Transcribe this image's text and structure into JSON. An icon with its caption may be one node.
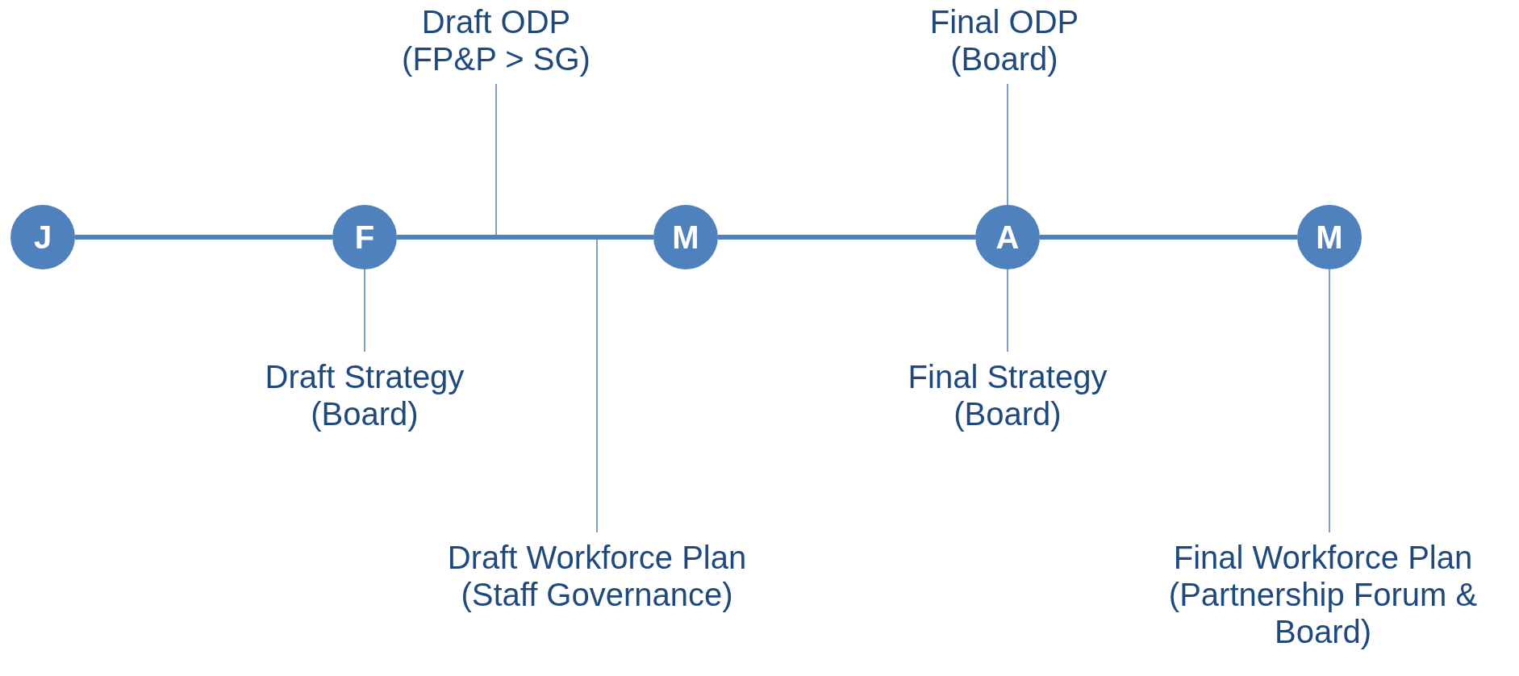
{
  "diagram": {
    "nodes": [
      {
        "text": [
          "J"
        ]
      },
      {
        "text": [
          "F"
        ]
      },
      {
        "text": [
          "M"
        ]
      },
      {
        "text": [
          "A"
        ]
      },
      {
        "text": [
          "M"
        ]
      },
      {
        "text": [
          "Draft ODP (FP&P > SG)"
        ]
      },
      {
        "text": [
          "Final ODP (Board)"
        ]
      },
      {
        "text": [
          "Draft Strategy (Board)"
        ]
      },
      {
        "text": [
          "Final Strategy (Board)"
        ]
      },
      {
        "text": [
          "Draft Workforce Plan (Staff Governance)"
        ]
      },
      {
        "text": [
          "Final Workforce Plan (Partnership Forum & Board)"
        ]
      }
    ],
    "edges": [
      {
        "from": 0,
        "to": 1,
        "arrow": "none",
        "style": "thick"
      },
      {
        "from": 1,
        "to": 2,
        "arrow": "none",
        "style": "thick"
      },
      {
        "from": 2,
        "to": 3,
        "arrow": "none",
        "style": "thick"
      },
      {
        "from": 3,
        "to": 4,
        "arrow": "none",
        "style": "thick"
      },
      {
        "from": 5,
        "to": null,
        "arrow": "none"
      },
      {
        "from": 6,
        "to": 3,
        "arrow": "none"
      },
      {
        "from": 7,
        "to": 1,
        "arrow": "none"
      },
      {
        "from": 8,
        "to": 3,
        "arrow": "none"
      },
      {
        "from": 9,
        "to": null,
        "arrow": "none"
      },
      {
        "from": 10,
        "to": 4,
        "arrow": "none"
      }
    ]
  }
}
